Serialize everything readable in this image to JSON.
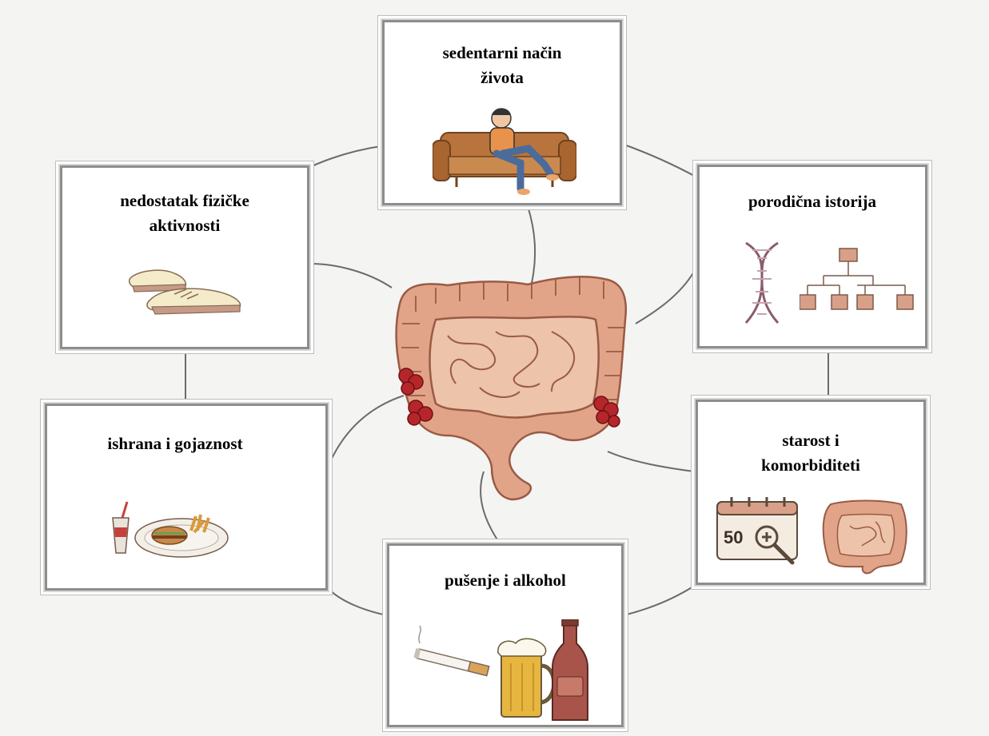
{
  "diagram": {
    "cards": {
      "sedentary": {
        "title_line1": "sedentarni način",
        "title_line2": "života",
        "icon": "person-on-sofa"
      },
      "physical": {
        "title_line1": "nedostatak fizičke",
        "title_line2": "aktivnosti",
        "icon": "sneakers"
      },
      "family": {
        "title": "porodična istorija",
        "icon": "dna-and-family-tree"
      },
      "diet": {
        "title": "ishrana i gojaznost",
        "icon": "fast-food"
      },
      "age": {
        "title_line1": "starost i",
        "title_line2": "komorbiditeti",
        "calendar_text": "50",
        "icon": "calendar-and-magnifier"
      },
      "smoking": {
        "title": "pušenje i alkohol",
        "icon": "cigarette-beer-bottle"
      }
    },
    "center_icon": "colon-with-tumors",
    "colors": {
      "colon": "#e2a489",
      "colon_outline": "#9a5a44",
      "tumor": "#b5262a",
      "sofa": "#b8743c",
      "shirt": "#e8924c",
      "frame": "#8d8d8d"
    }
  }
}
